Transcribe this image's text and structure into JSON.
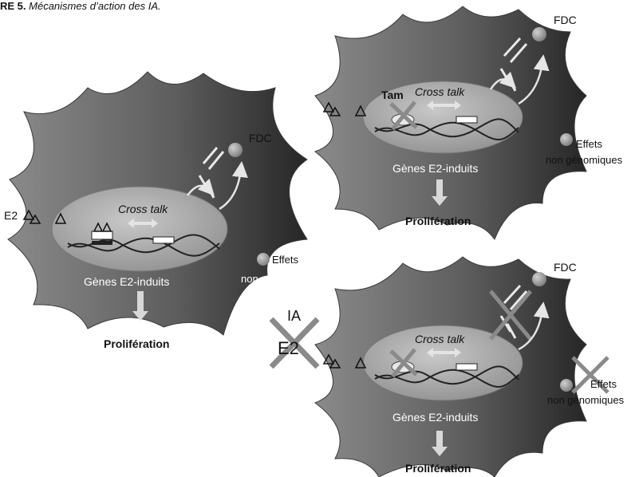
{
  "caption": {
    "prefix": "RE 5.",
    "title": "Mécanismes d’action des IA."
  },
  "labels": {
    "fdc": "FDC",
    "cross_talk": "Cross talk",
    "genes": "Gènes E2-induits",
    "proliferation": "Prolifération",
    "effets": "Effets",
    "non_genomiques": "non génomiques",
    "e2": "E2",
    "tam": "Tam",
    "ia": "IA"
  },
  "colors": {
    "cell_light": "#7a7a7a",
    "cell_dark": "#2e2e2e",
    "nucleus": "#a9a9a9",
    "arrow": "#d8d8d8",
    "cross": "#8a8a8a",
    "text": "#111111",
    "white_text": "#ffffff"
  }
}
